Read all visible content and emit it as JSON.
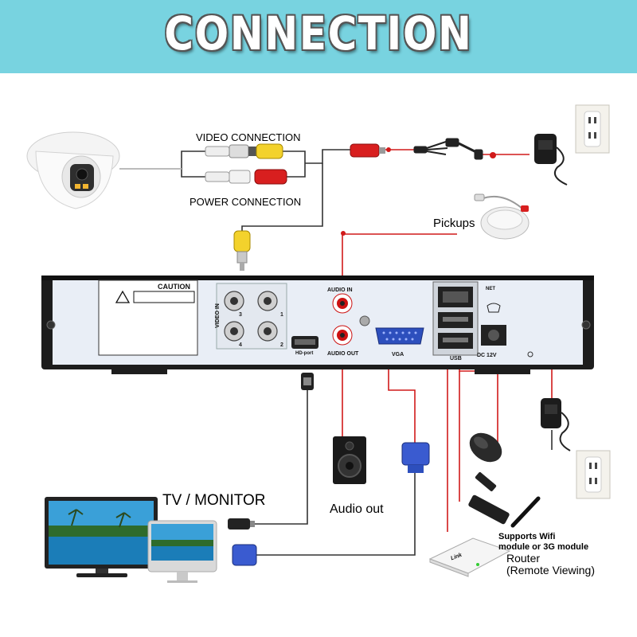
{
  "banner": {
    "title": "CONNECTION",
    "background": "#78d3e0"
  },
  "labels": {
    "video_connection": "VIDEO CONNECTION",
    "power_connection": "POWER CONNECTION",
    "pickups": "Pickups",
    "tv_monitor": "TV / MONITOR",
    "audio_out": "Audio out",
    "wifi_note": "Supports Wifi\nmodule or 3G module",
    "router": "Router\n(Remote Viewing)"
  },
  "dvr_panel": {
    "caution": "CAUTION",
    "video_in": "VIDEO IN",
    "hd_port": "HD-port",
    "audio_in": "AUDIO IN",
    "audio_out": "AUDIO OUT",
    "vga": "VGA",
    "net": "NET",
    "usb": "USB",
    "dc": "DC 12V",
    "channels": [
      "3",
      "1",
      "4",
      "2"
    ]
  },
  "router_brand": "Link",
  "colors": {
    "wire": "#d11a1a",
    "cable": "#333333",
    "banner_text": "#ffffff"
  },
  "icons": [
    "dome-camera-icon",
    "power-adapter-icon",
    "wall-outlet-icon",
    "microphone-icon",
    "speaker-icon",
    "vga-plug-icon",
    "hdmi-plug-icon",
    "mouse-icon",
    "usb-stick-icon",
    "wifi-dongle-icon",
    "router-icon",
    "monitor-icon",
    "imac-icon"
  ]
}
